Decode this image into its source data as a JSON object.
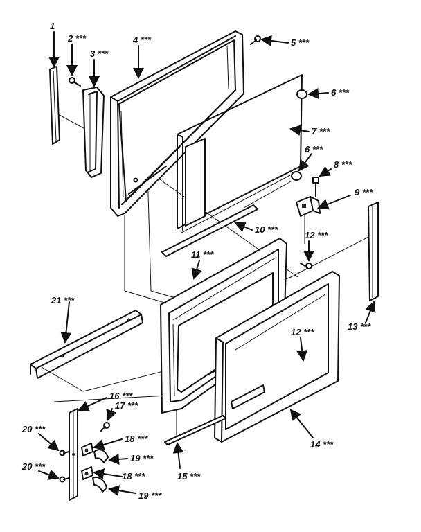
{
  "parts": [
    {
      "id": "part-1",
      "label": "1"
    },
    {
      "id": "part-2",
      "label": "2 ***"
    },
    {
      "id": "part-3",
      "label": "3 ***"
    },
    {
      "id": "part-4",
      "label": "4 ***"
    },
    {
      "id": "part-5",
      "label": "5 ***"
    },
    {
      "id": "part-6a",
      "label": "6 ***"
    },
    {
      "id": "part-7",
      "label": "7 ***"
    },
    {
      "id": "part-6b",
      "label": "6 ***"
    },
    {
      "id": "part-8",
      "label": "8 ***"
    },
    {
      "id": "part-9",
      "label": "9 ***"
    },
    {
      "id": "part-10",
      "label": "10 ***"
    },
    {
      "id": "part-11",
      "label": "11 ***"
    },
    {
      "id": "part-12a",
      "label": "12 ***"
    },
    {
      "id": "part-12b",
      "label": "12 ***"
    },
    {
      "id": "part-13",
      "label": "13 ***"
    },
    {
      "id": "part-14",
      "label": "14 ***"
    },
    {
      "id": "part-15",
      "label": "15 ***"
    },
    {
      "id": "part-16",
      "label": "16 ***"
    },
    {
      "id": "part-17",
      "label": "17 ***"
    },
    {
      "id": "part-18a",
      "label": "18 ***"
    },
    {
      "id": "part-18b",
      "label": "18 ***"
    },
    {
      "id": "part-19a",
      "label": "19 ***"
    },
    {
      "id": "part-19b",
      "label": "19 ***"
    },
    {
      "id": "part-20a",
      "label": "20 ***"
    },
    {
      "id": "part-20b",
      "label": "20 ***"
    },
    {
      "id": "part-21",
      "label": "21 ***"
    }
  ]
}
